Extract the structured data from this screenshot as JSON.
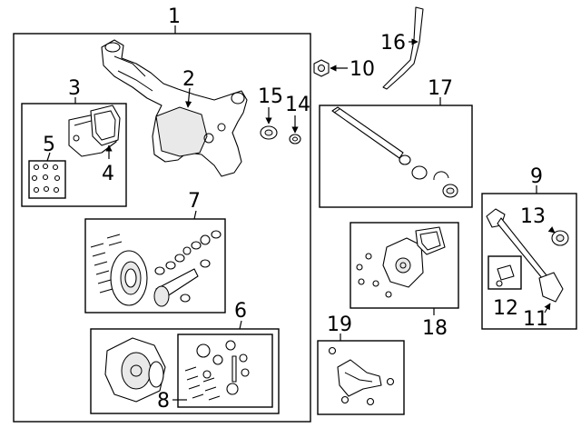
{
  "callouts": {
    "c1": "1",
    "c2": "2",
    "c3": "3",
    "c4": "4",
    "c5": "5",
    "c6": "6",
    "c7": "7",
    "c8": "8",
    "c9": "9",
    "c10": "10",
    "c11": "11",
    "c12": "12",
    "c13": "13",
    "c14": "14",
    "c15": "15",
    "c16": "16",
    "c17": "17",
    "c18": "18",
    "c19": "19"
  },
  "colors": {
    "ink": "#000000",
    "paper": "#ffffff",
    "shade": "#e9e9e9"
  }
}
